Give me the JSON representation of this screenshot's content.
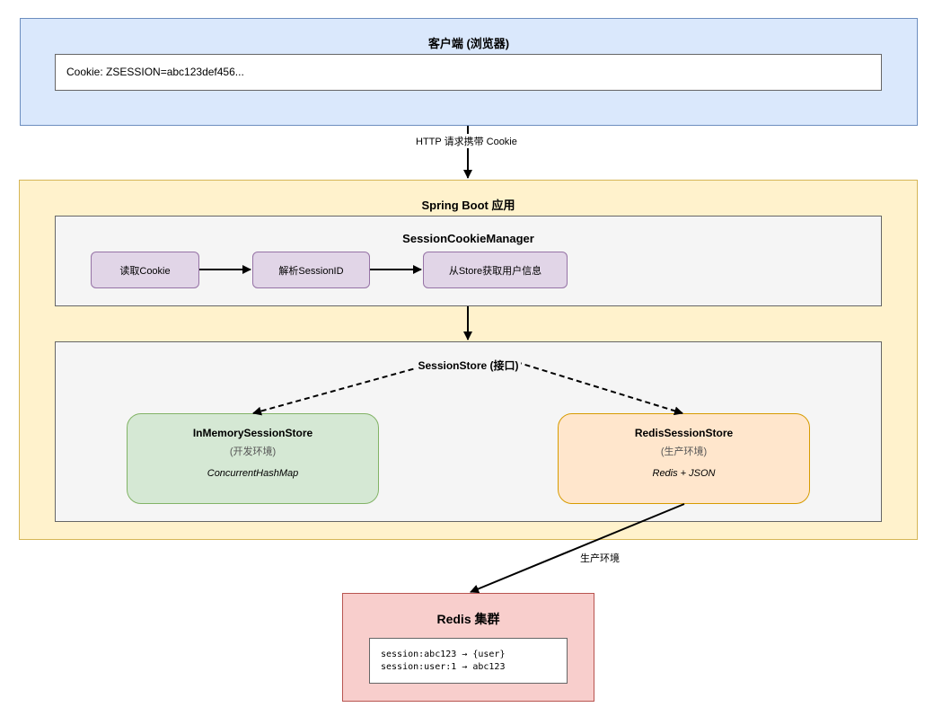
{
  "client": {
    "title": "客户端 (浏览器)",
    "cookie": "Cookie: ZSESSION=abc123def456..."
  },
  "request_label": "HTTP 请求携带 Cookie",
  "spring": {
    "title": "Spring Boot 应用",
    "manager": {
      "title": "SessionCookieManager",
      "steps": [
        "读取Cookie",
        "解析SessionID",
        "从Store获取用户信息"
      ]
    },
    "store": {
      "title": "SessionStore (接口)",
      "inmemory": {
        "name": "InMemorySessionStore",
        "env": "(开发环境)",
        "impl": "ConcurrentHashMap"
      },
      "redis": {
        "name": "RedisSessionStore",
        "env": "(生产环境)",
        "impl": "Redis + JSON"
      }
    }
  },
  "prod_label": "生产环境",
  "cluster": {
    "title": "Redis 集群",
    "keys": [
      "session:abc123 → {user}",
      "session:user:1 → abc123"
    ]
  },
  "colors": {
    "client_fill": "#dae8fc",
    "spring_fill": "#fff2cc",
    "step_fill": "#e1d5e7",
    "inmemory_fill": "#d5e8d4",
    "redis_store_fill": "#ffe6cc",
    "cluster_fill": "#f8cecc"
  }
}
